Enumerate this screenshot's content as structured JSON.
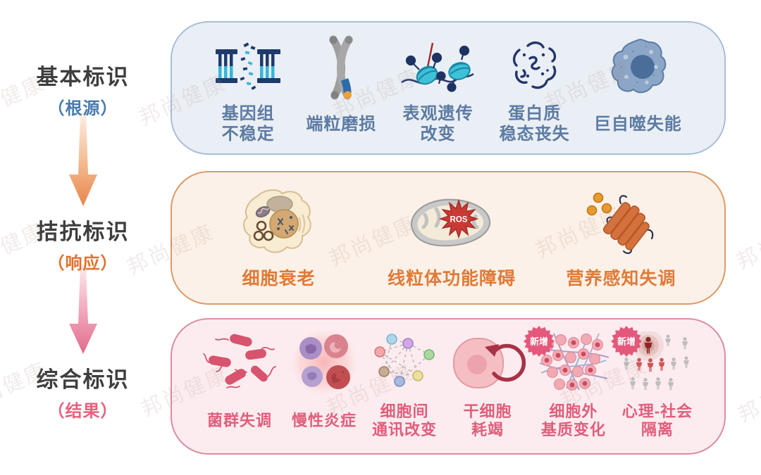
{
  "watermark": {
    "text": "邦尚健康"
  },
  "stages": [
    {
      "title": "基本标识",
      "subtitle": "（根源）"
    },
    {
      "title": "拮抗标识",
      "subtitle": "（响应）"
    },
    {
      "title": "综合标识",
      "subtitle": "（结果）"
    }
  ],
  "rows": [
    {
      "theme": "blue",
      "items": [
        {
          "label": "基因组\n不稳定",
          "icon": "dna-damage-icon"
        },
        {
          "label": "端粒磨损",
          "icon": "chromosome-telomere-icon"
        },
        {
          "label": "表观遗传\n改变",
          "icon": "nucleosome-icon"
        },
        {
          "label": "蛋白质\n稳态丧失",
          "icon": "misfolded-protein-icon"
        },
        {
          "label": "巨自噬失能",
          "icon": "macroautophagy-cell-icon"
        }
      ]
    },
    {
      "theme": "orange",
      "items": [
        {
          "label": "细胞衰老",
          "icon": "senescent-cell-icon"
        },
        {
          "label": "线粒体功能障碍",
          "icon": "mitochondria-ros-icon",
          "icon_text": "ROS"
        },
        {
          "label": "营养感知失调",
          "icon": "nutrient-sensing-icon"
        }
      ]
    },
    {
      "theme": "pink",
      "items": [
        {
          "label": "菌群失调",
          "icon": "bacteria-icon"
        },
        {
          "label": "慢性炎症",
          "icon": "inflammation-cells-icon"
        },
        {
          "label": "细胞间\n通讯改变",
          "icon": "cell-network-icon"
        },
        {
          "label": "干细胞\n耗竭",
          "icon": "stem-cell-icon"
        },
        {
          "label": "细胞外\n基质变化",
          "icon": "ecm-icon",
          "badge": "新增"
        },
        {
          "label": "心理-社会\n隔离",
          "icon": "social-isolation-icon",
          "badge": "新增"
        }
      ]
    }
  ],
  "colors": {
    "title": "#3e3e3e",
    "stage1_subtitle": "#4a7ab0",
    "stage2_subtitle": "#e2712e",
    "stage3_subtitle": "#e8617e",
    "row1_bg": "#eaeff5",
    "row1_border": "#a8bed9",
    "row1_label": "#5c7ba3",
    "row2_bg": "#fcf1e8",
    "row2_border": "#dd9a66",
    "row2_label": "#e07a36",
    "row3_bg": "#fdecef",
    "row3_border": "#dc8ba2",
    "row3_label": "#e05e7c",
    "arrow1": "#e9854c",
    "arrow2": "#e26a8c",
    "badge_bg": "#e4587c",
    "badge_text": "#ffffff"
  }
}
